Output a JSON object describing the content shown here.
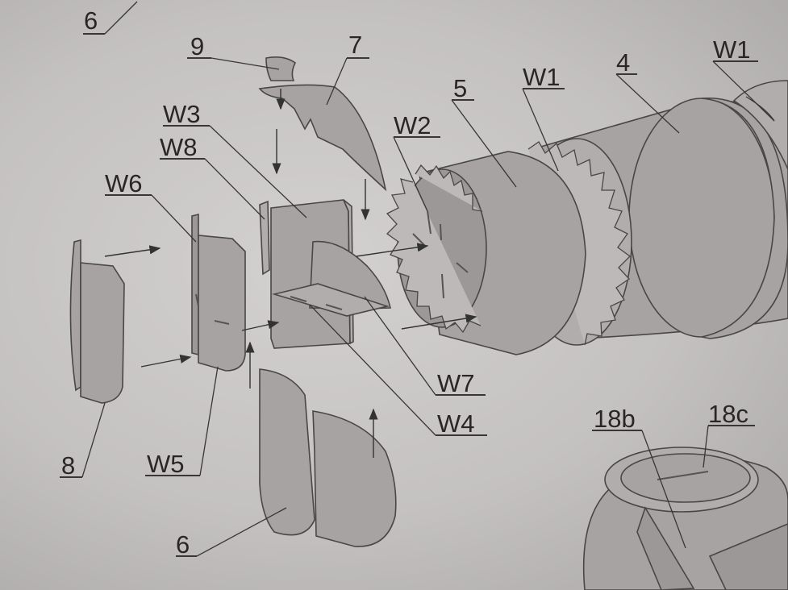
{
  "labels": {
    "l6_top": "6",
    "l9": "9",
    "l7": "7",
    "l5": "5",
    "l4": "4",
    "w1_a": "W1",
    "w1_b": "W1",
    "w2": "W2",
    "w3": "W3",
    "w8": "W8",
    "w6": "W6",
    "l8": "8",
    "w5": "W5",
    "l6_bottom": "6",
    "w7": "W7",
    "w4": "W4",
    "l18b": "18b",
    "l18c": "18c"
  },
  "colors": {
    "paper": "#c9c6c6",
    "part_fill": "#a8a3a3",
    "ink": "#2a2626"
  }
}
